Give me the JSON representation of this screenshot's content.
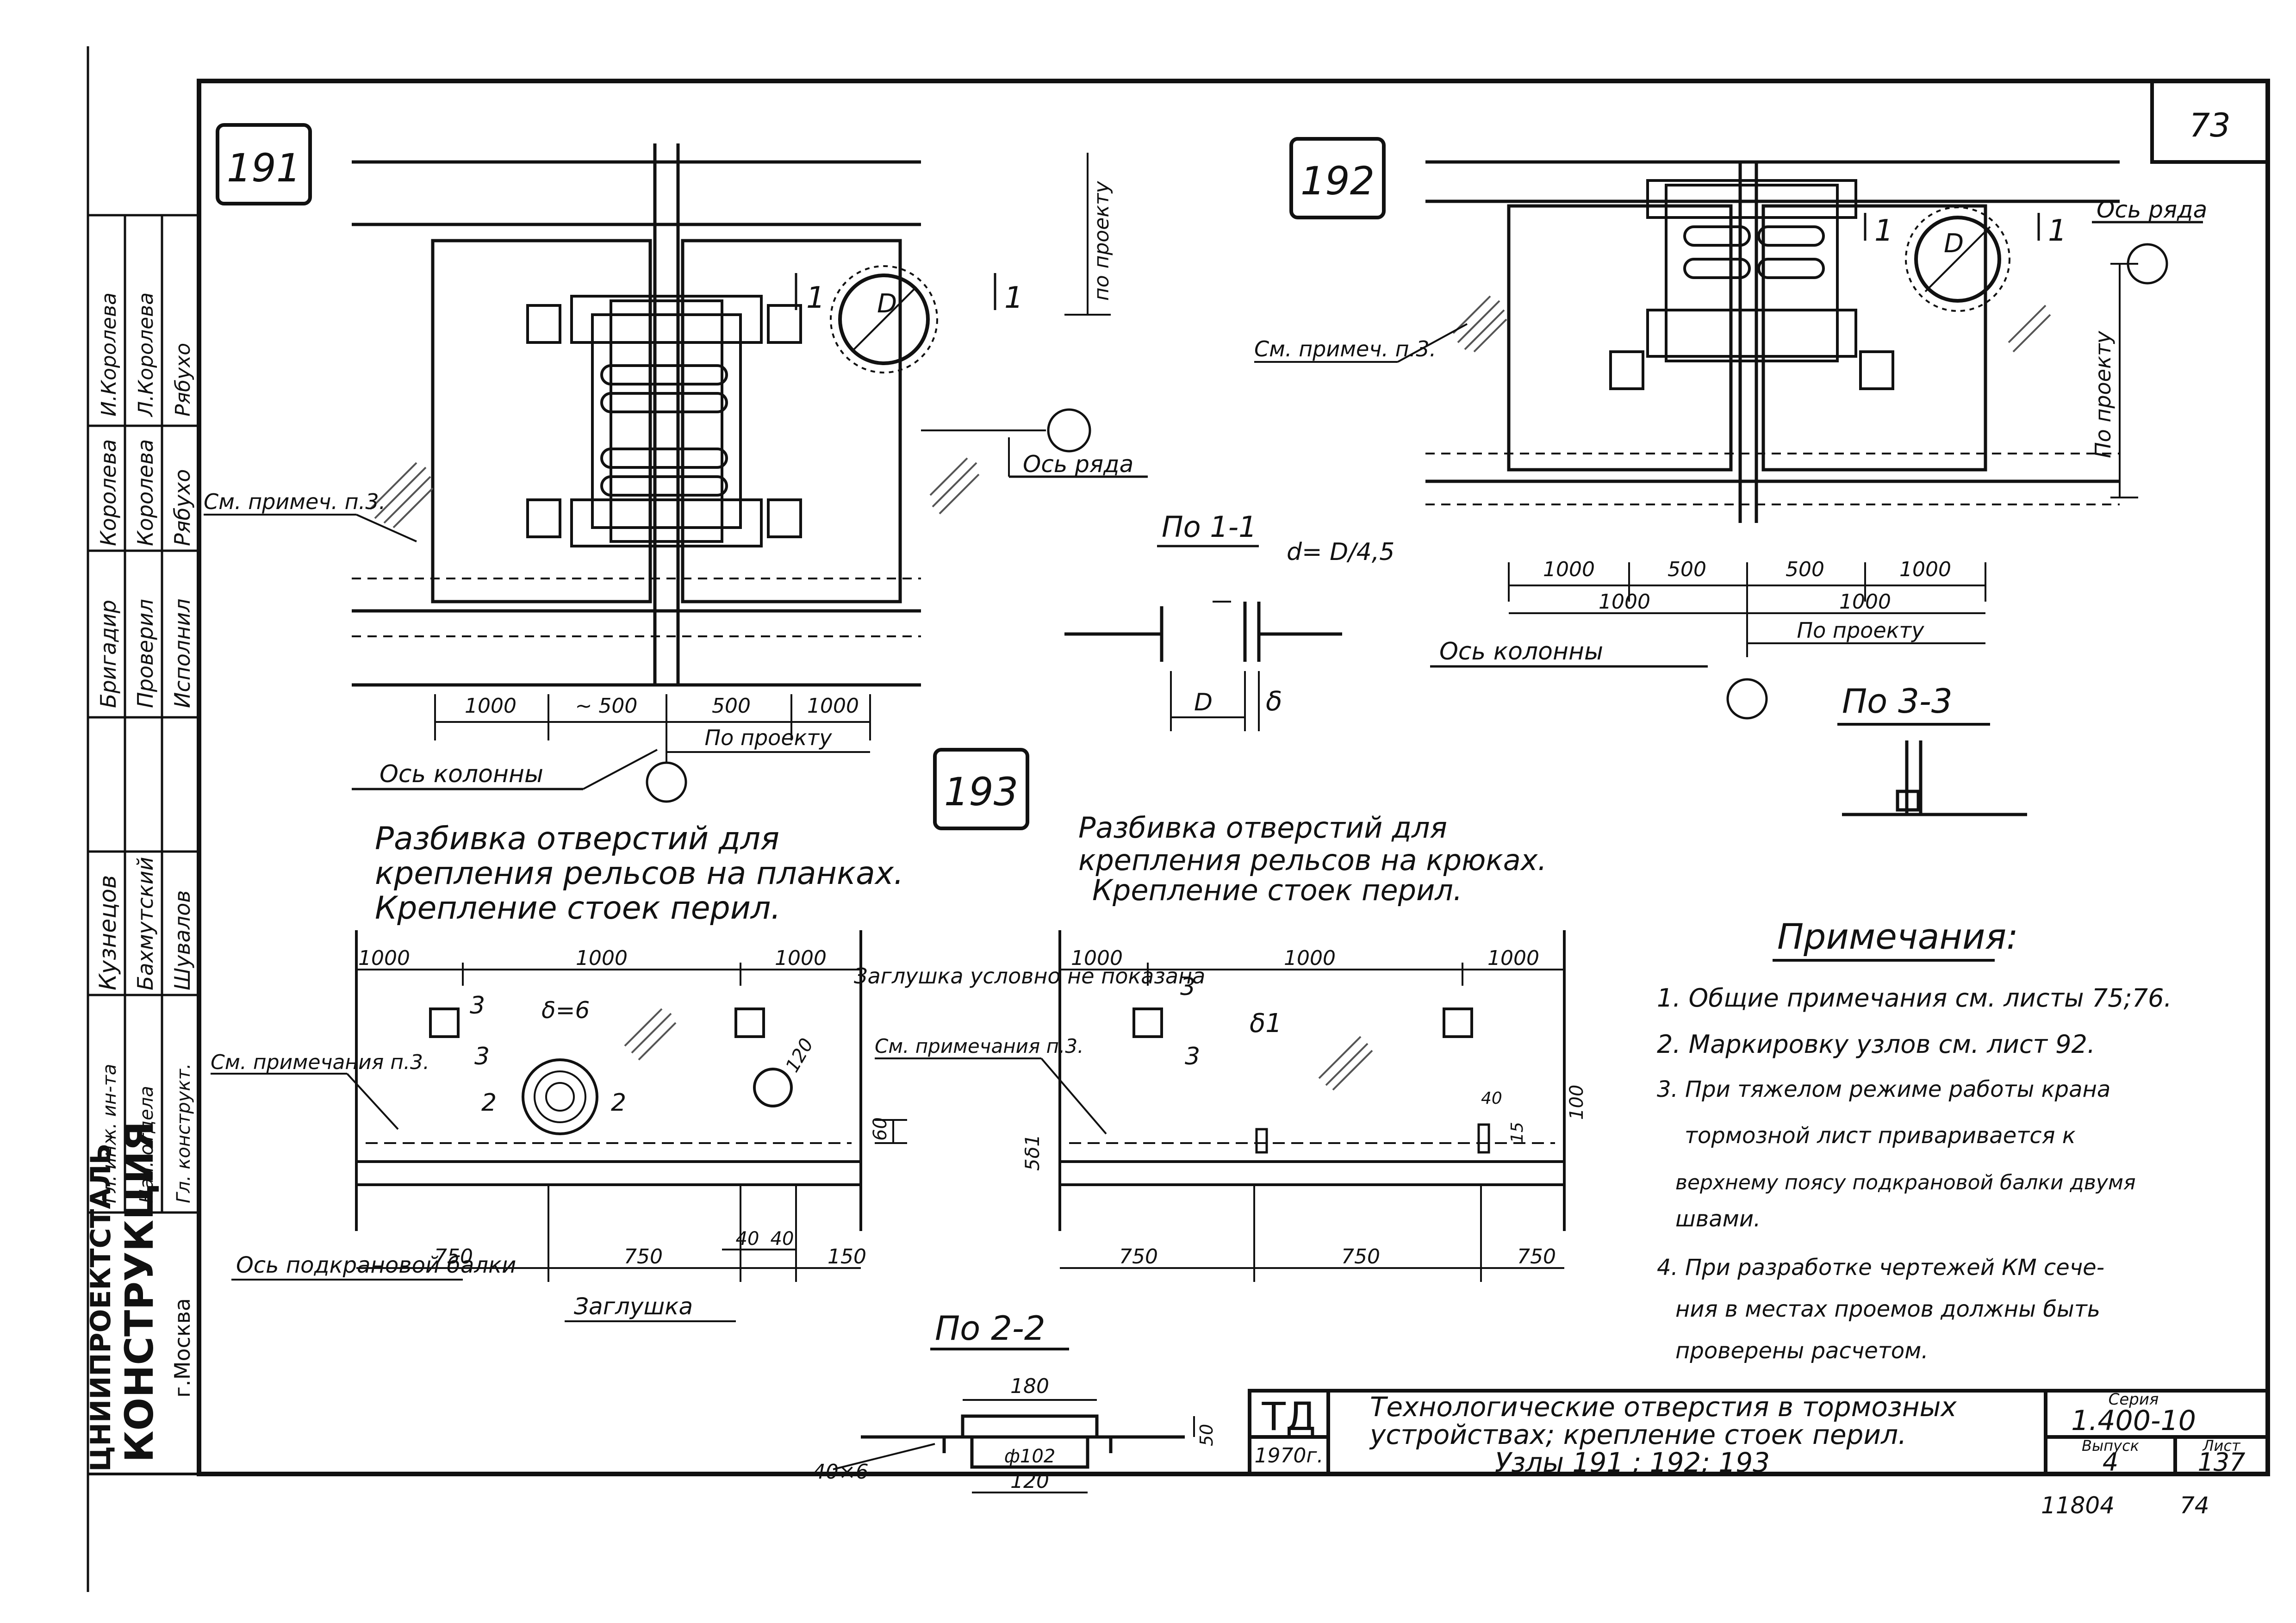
{
  "sheet": {
    "page_number": "73",
    "bottom_number_left": "11804",
    "bottom_number_right": "74"
  },
  "left_stamp": {
    "org_line1": "ЦНИИПРОЕКТСТАЛЬ",
    "org_line2": "КОНСТРУКЦИЯ",
    "city": "г.Москва",
    "roles": [
      "Гл. инж. ин-та",
      "Нач. отдела",
      "Гл. конструкт.",
      "Бригадир",
      "Проверил",
      "Исполнил"
    ],
    "names": [
      "Кузнецов",
      "Бахмутский",
      "Шувалов",
      "Королева",
      "Королева",
      "Рябухо"
    ],
    "signatures_top": [
      "И.Королева",
      "Л.Королева",
      "Рябухо"
    ]
  },
  "node191": {
    "label": "191",
    "note_ref": "См. примеч. п.3.",
    "row_axis": "Ось ряда",
    "column_axis": "Ось колонны",
    "per_project_v": "по проекту",
    "per_project_h": "По проекту",
    "dim_diameter": "D",
    "section_mark": "1",
    "dims": [
      "1000",
      "~ 500",
      "500",
      "1000"
    ]
  },
  "node192": {
    "label": "192",
    "note_ref": "См. примеч. п.3.",
    "row_axis": "Ось ряда",
    "column_axis": "Ось колонны",
    "per_project_v": "По проекту",
    "per_project_h": "По проекту",
    "dim_diameter": "D",
    "section_mark": "1",
    "dims_top": [
      "1000",
      "500",
      "500",
      "1000"
    ],
    "dims_bottom": [
      "1000",
      "1000"
    ]
  },
  "section11": {
    "title": "По 1-1",
    "formula": "d= D/4,5",
    "dim_d": "D",
    "dim_delta": "δ"
  },
  "section33": {
    "title": "По 3-3"
  },
  "node193": {
    "label": "193",
    "title_left": [
      "Разбивка отверстий для",
      "крепления рельсов на планках.",
      "Крепление стоек перил."
    ],
    "title_right": [
      "Разбивка отверстий для",
      "крепления рельсов на крюках.",
      "Крепление стоек перил."
    ],
    "left": {
      "dims_top": [
        "1000",
        "1000",
        "1000"
      ],
      "delta": "δ=6",
      "dia": "120",
      "note_ref": "См. примечания п.3.",
      "plug_note": "Заглушка условно не показана",
      "dim_60": "60",
      "dims_bottom": [
        "750",
        "750",
        "150"
      ],
      "dims_small": [
        "40",
        "40"
      ],
      "beam_axis": "Ось подкрановой балки",
      "plug": "Заглушка",
      "marks": [
        "3",
        "3",
        "2",
        "2"
      ]
    },
    "right": {
      "dims_top": [
        "1000",
        "1000",
        "1000"
      ],
      "delta": "δ1",
      "note_ref": "См. примечания п.3.",
      "dim_5d": "5δ1",
      "dim_40": "40",
      "dim_15": "15",
      "dim_100": "100",
      "dims_bottom": [
        "750",
        "750",
        "750"
      ],
      "marks": [
        "3",
        "3"
      ]
    }
  },
  "section22": {
    "title": "По 2-2",
    "dim_180": "180",
    "dim_50": "50",
    "dim_102": "ф102",
    "dim_120": "120",
    "plate": "-40×6"
  },
  "notes": {
    "title": "Примечания:",
    "items": [
      "1. Общие примечания см. листы 75;76.",
      "2. Маркировку узлов см. лист 92.",
      "3. При тяжелом режиме работы крана",
      "тормозной лист приваривается к",
      "верхнему поясу подкрановой балки двумя",
      "швами.",
      "4. При разработке чертежей КМ сече-",
      "ния в местах проемов должны быть",
      "проверены расчетом."
    ]
  },
  "title_block": {
    "logo": "ТД",
    "year": "1970г.",
    "title_lines": [
      "Технологические отверстия в тормозных",
      "устройствах; крепление стоек перил.",
      "Узлы 191 ; 192; 193"
    ],
    "series_label": "Серия",
    "series_value": "1.400-10",
    "issue_label": "Выпуск",
    "issue_value": "4",
    "sheet_label": "Лист",
    "sheet_value": "137"
  }
}
